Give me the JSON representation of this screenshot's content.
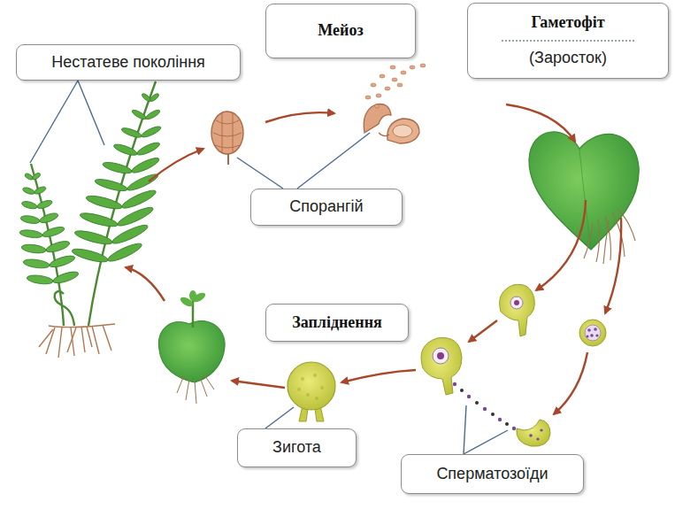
{
  "diagram": {
    "nodes": [
      {
        "text": [
          "Нестатеве покоління"
        ]
      },
      {
        "text": [
          "Мейоз"
        ]
      },
      {
        "text": [
          "Гаметофіт",
          "(Заросток)"
        ]
      },
      {
        "text": [
          "Спорангій"
        ]
      },
      {
        "text": [
          "Запліднення"
        ]
      },
      {
        "text": [
          "Зигота"
        ]
      },
      {
        "text": [
          "Сперматозоїди"
        ]
      }
    ]
  }
}
